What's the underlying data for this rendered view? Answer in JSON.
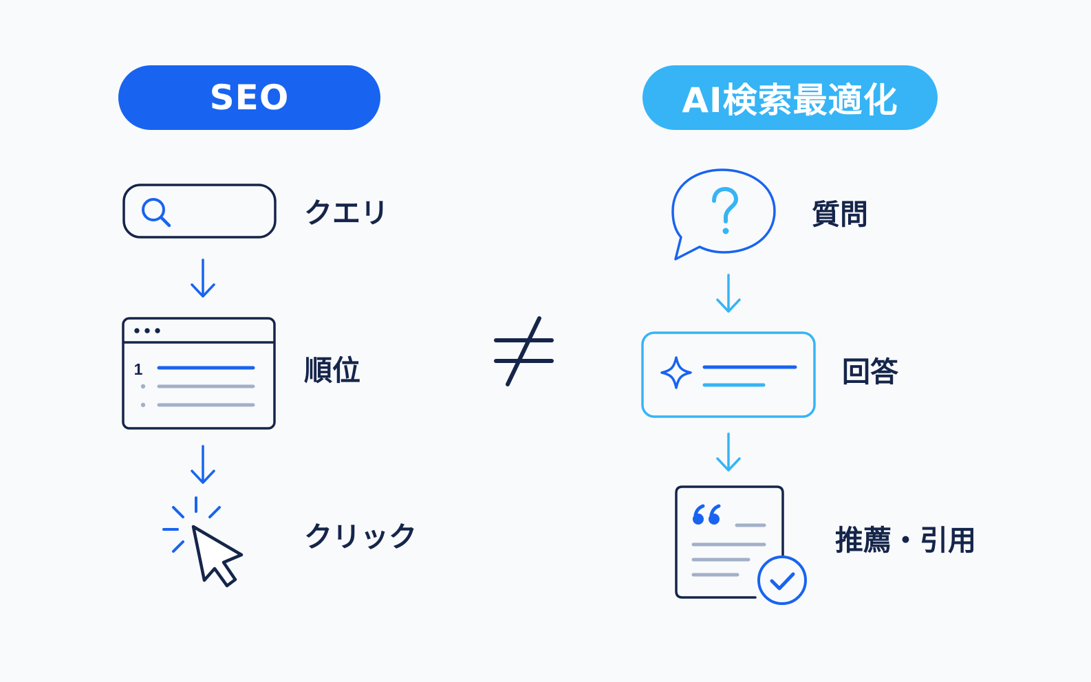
{
  "left_column": {
    "title": "SEO",
    "steps": [
      {
        "label": "クエリ",
        "icon": "search-bar-icon"
      },
      {
        "label": "順位",
        "icon": "ranked-results-window-icon"
      },
      {
        "label": "クリック",
        "icon": "cursor-click-icon"
      }
    ]
  },
  "divider": {
    "symbol": "≠"
  },
  "right_column": {
    "title": "AI検索最適化",
    "steps": [
      {
        "label": "質問",
        "icon": "question-speech-bubble-icon"
      },
      {
        "label": "回答",
        "icon": "ai-answer-card-icon"
      },
      {
        "label": "推薦・引用",
        "icon": "quote-document-check-icon"
      }
    ]
  },
  "ranked_list_marker": "1",
  "colors": {
    "seo_pill": "#1864f0",
    "ai_pill": "#36b4f5",
    "navy": "#15254a",
    "blue": "#1864f0",
    "light_blue": "#36b4f5",
    "gray_line": "#a2b0c8",
    "background": "#f9fafc"
  }
}
